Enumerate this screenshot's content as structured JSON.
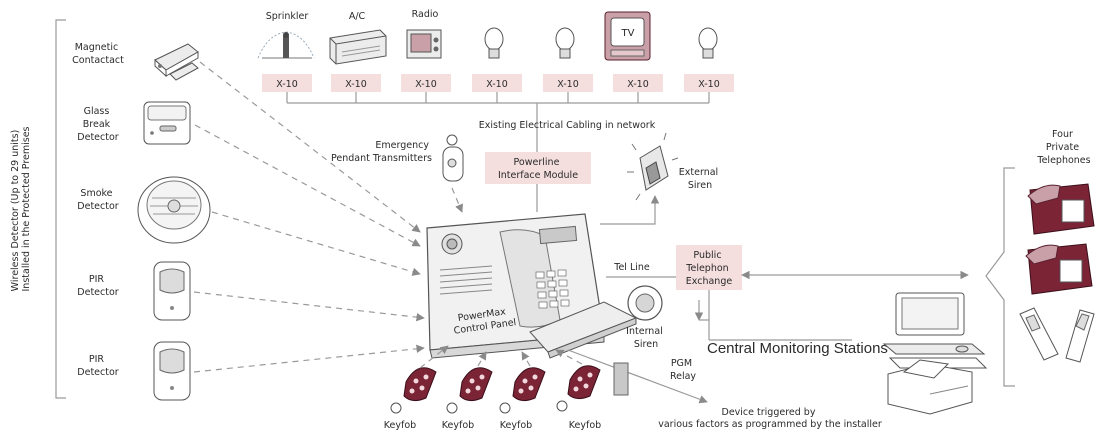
{
  "side_title": [
    "Wireless Detector (Up to 29 units)",
    "Installed in the Protected Premises"
  ],
  "detectors": {
    "magnetic": [
      "Magnetic",
      "Contactact"
    ],
    "glass": [
      "Glass",
      "Break",
      "Detector"
    ],
    "smoke": [
      "Smoke",
      "Detector"
    ],
    "pir1": [
      "PIR",
      "Detector"
    ],
    "pir2": [
      "PIR",
      "Detector"
    ]
  },
  "appliances": {
    "sprinkler": "Sprinkler",
    "ac": "A/C",
    "radio": "Radio",
    "tv_screen": "TV"
  },
  "x10_label": "X-10",
  "cabling": "Existing Electrical Cabling in network",
  "emergency": [
    "Emergency",
    "Pendant Transmitters"
  ],
  "powerline": [
    "Powerline",
    "Interface Module"
  ],
  "external_siren": [
    "External",
    "Siren"
  ],
  "panel_label": [
    "PowerMax",
    "Control Panel"
  ],
  "tel_line": "Tel Line",
  "public_exchange": [
    "Public",
    "Telephon",
    "Exchange"
  ],
  "internal_siren": [
    "Internal",
    "Siren"
  ],
  "central_monitoring": "Central Monitoring Stations",
  "pgm": [
    "PGM",
    "Relay"
  ],
  "device_triggered": [
    "Device triggered by",
    "various factors as programmed by the installer"
  ],
  "keyfob": "Keyfob",
  "telephones": [
    "Four",
    "Private",
    "Telephones"
  ]
}
